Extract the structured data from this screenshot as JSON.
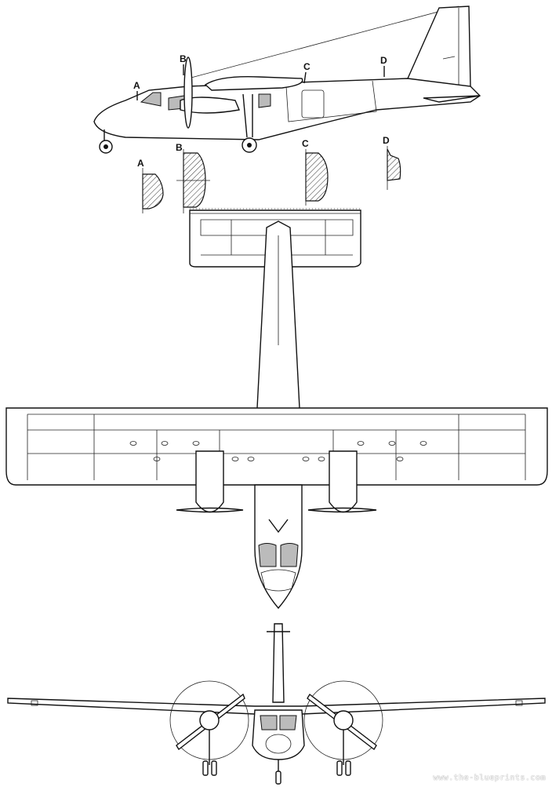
{
  "side_view": {
    "labels": [
      "A",
      "B",
      "C",
      "D"
    ]
  },
  "sections": {
    "labels": [
      "A",
      "B",
      "C",
      "D"
    ]
  },
  "watermark": "www.the-blueprints.com",
  "colors": {
    "line": "#111111",
    "glass": "#bbbbbb",
    "background": "#ffffff"
  }
}
